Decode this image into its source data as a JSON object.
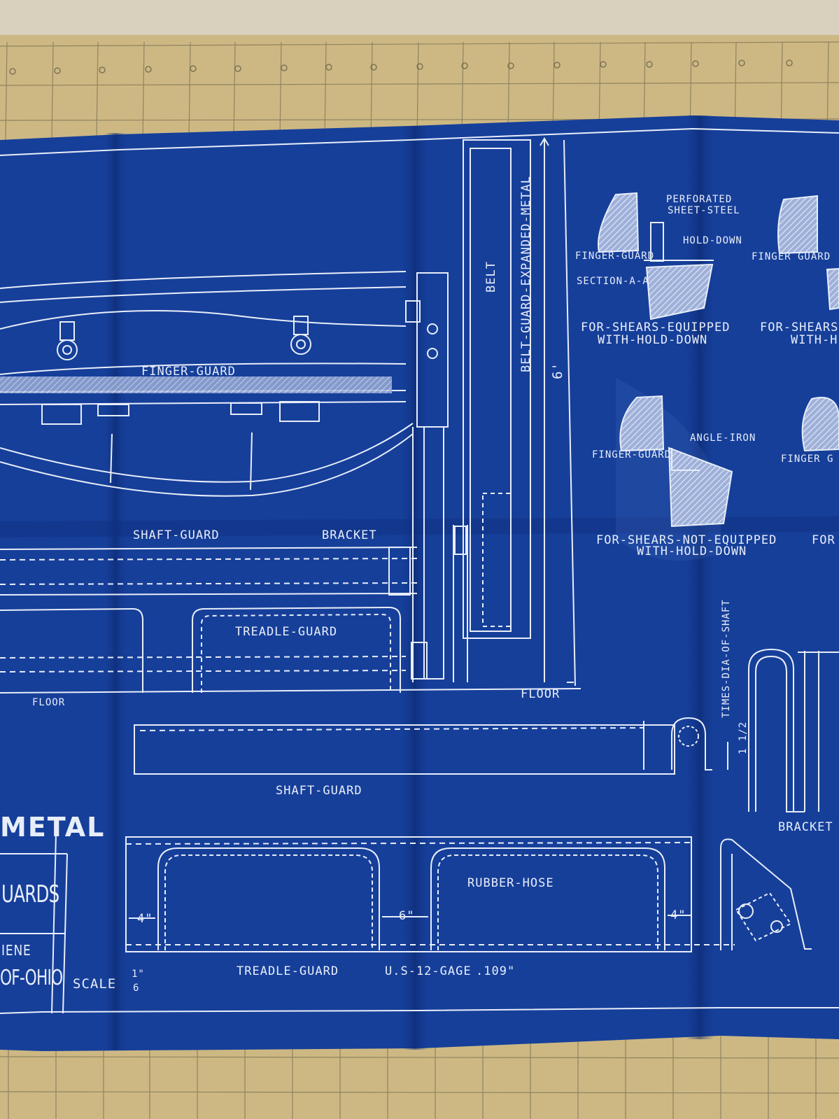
{
  "blueprint": {
    "title_fragment": "METAL",
    "title_block": {
      "line1": "UARDS",
      "line2": "IENE",
      "line3": "OF-OHIO"
    },
    "scale": {
      "label": "SCALE",
      "numerator": "1\"",
      "denominator": "6"
    },
    "labels": {
      "finger_guard_main": "FINGER-GUARD",
      "shaft_guard_top": "SHAFT-GUARD",
      "bracket_top": "BRACKET",
      "treadle_guard_top": "TREADLE-GUARD",
      "floor_left": "FLOOR",
      "floor_right": "FLOOR",
      "belt": "BELT",
      "belt_guard": "BELT-GUARD-EXPANDED-METAL",
      "belt_height": "6'",
      "perforated": "PERFORATED",
      "sheet_steel": "SHEET-STEEL",
      "hold_down": "HOLD-DOWN",
      "finger_guard_s1": "FINGER-GUARD",
      "finger_guard_s1b": "FINGER GUARD",
      "section_a": "SECTION-A-A",
      "equipped_1": "FOR-SHEARS-EQUIPPED",
      "equipped_2": "WITH-HOLD-DOWN",
      "equipped_cut_1": "FOR-SHEARS-",
      "equipped_cut_2": "WITH-H",
      "angle_iron": "ANGLE-IRON",
      "finger_guard_s2": "FINGER-GUARD",
      "finger_guard_s2b": "FINGER G",
      "not_equipped_1": "FOR-SHEARS-NOT-EQUIPPED",
      "not_equipped_2": "WITH-HOLD-DOWN",
      "not_equipped_cut": "FOR",
      "times_dia": "TIMES-DIA-OF-SHAFT",
      "times_frac": "1 1/2",
      "shaft_guard_bottom": "SHAFT-GUARD",
      "bracket_bottom": "BRACKET",
      "rubber_hose": "RUBBER-HOSE",
      "dim_4_left": "4\"",
      "dim_6": "6\"",
      "dim_4_right": "4\"",
      "treadle_guard_bottom": "TREADLE-GUARD",
      "gage": "U.S-12-GAGE",
      "gage_value": ".109\""
    }
  },
  "colors": {
    "table": "#cdb883",
    "grid_line": "#5d5844",
    "plywood": "#d9d0bd",
    "paper": "#163f9a",
    "paper_dark": "#0f2f7e",
    "ink": "#e8eef9"
  }
}
